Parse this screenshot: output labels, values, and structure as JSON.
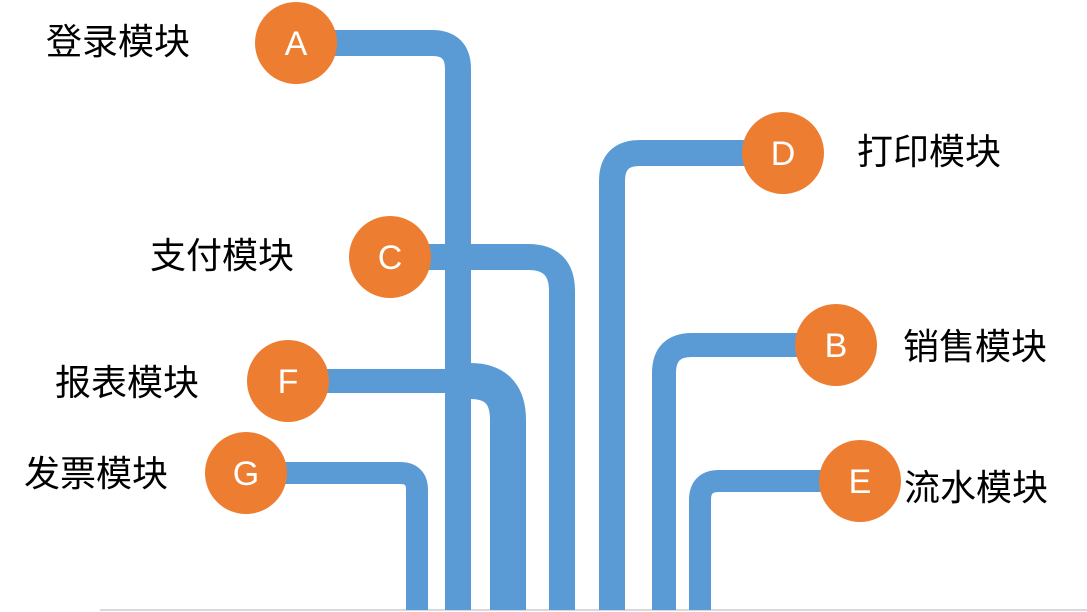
{
  "colors": {
    "pipe": "#5b9bd5",
    "node": "#ed7d31",
    "baseline": "#d9d9d9"
  },
  "nodes": [
    {
      "id": "a",
      "letter": "A",
      "label": "登录模块"
    },
    {
      "id": "b",
      "letter": "B",
      "label": "销售模块"
    },
    {
      "id": "c",
      "letter": "C",
      "label": "支付模块"
    },
    {
      "id": "d",
      "letter": "D",
      "label": "打印模块"
    },
    {
      "id": "e",
      "letter": "E",
      "label": "流水模块"
    },
    {
      "id": "f",
      "letter": "F",
      "label": "报表模块"
    },
    {
      "id": "g",
      "letter": "G",
      "label": "发票模块"
    }
  ]
}
